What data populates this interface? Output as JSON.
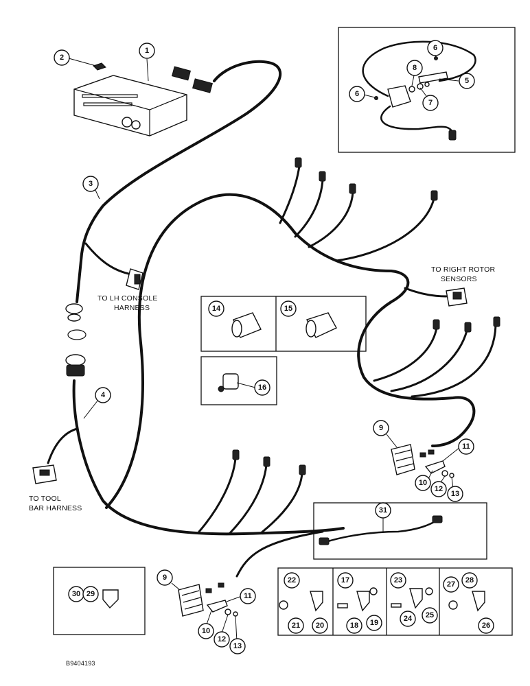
{
  "labels": {
    "lh_console_1": "TO LH CONSOLE",
    "lh_console_2": "HARNESS",
    "right_rotor_1": "TO RIGHT ROTOR",
    "right_rotor_2": "SENSORS",
    "tool_bar_1": "TO TOOL",
    "tool_bar_2": "BAR HARNESS",
    "figure_id": "B9404193"
  },
  "callouts": {
    "c1": "1",
    "c2": "2",
    "c3": "3",
    "c4": "4",
    "c5": "5",
    "c6a": "6",
    "c6b": "6",
    "c7": "7",
    "c8": "8",
    "c9a": "9",
    "c10a": "10",
    "c11a": "11",
    "c12a": "12",
    "c13a": "13",
    "c9b": "9",
    "c10b": "10",
    "c11b": "11",
    "c12b": "12",
    "c13b": "13",
    "c14": "14",
    "c15": "15",
    "c16": "16",
    "c17": "17",
    "c18": "18",
    "c19": "19",
    "c20": "20",
    "c21": "21",
    "c22": "22",
    "c23": "23",
    "c24": "24",
    "c25": "25",
    "c26": "26",
    "c27": "27",
    "c28": "28",
    "c29": "29",
    "c30": "30",
    "c31": "31"
  }
}
